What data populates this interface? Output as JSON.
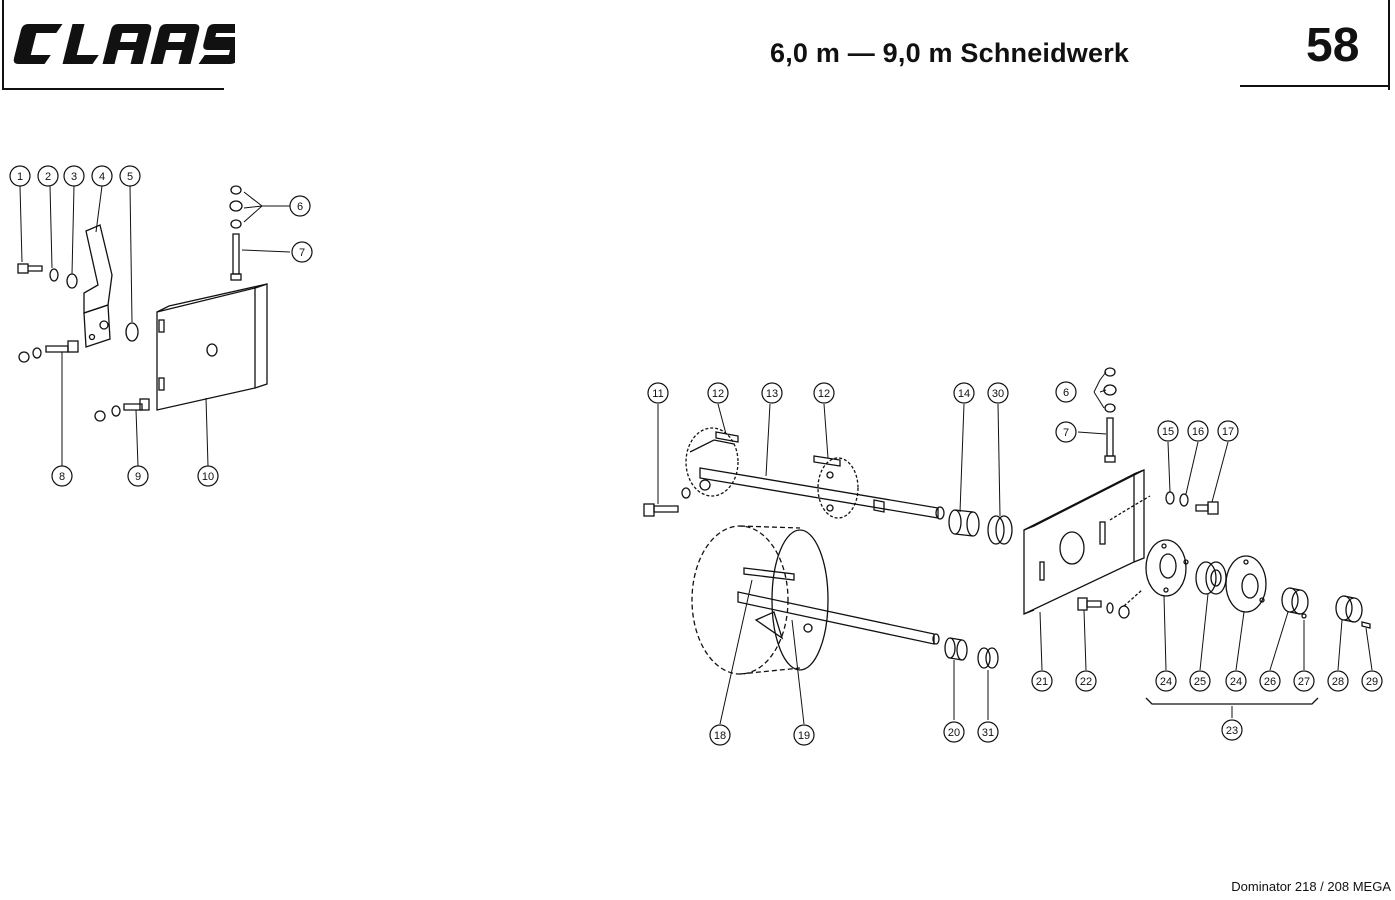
{
  "header": {
    "brand": "CLAAS",
    "title": "6,0 m — 9,0 m Schneidwerk",
    "page_number": "58"
  },
  "footer": {
    "model": "Dominator 218 / 208 MEGA"
  },
  "callouts": [
    "1",
    "2",
    "3",
    "4",
    "5",
    "6",
    "7",
    "8",
    "9",
    "10",
    "11",
    "12",
    "13",
    "12",
    "14",
    "30",
    "6",
    "7",
    "15",
    "16",
    "17",
    "18",
    "19",
    "20",
    "31",
    "21",
    "22",
    "24",
    "25",
    "24",
    "26",
    "27",
    "28",
    "29",
    "23"
  ]
}
